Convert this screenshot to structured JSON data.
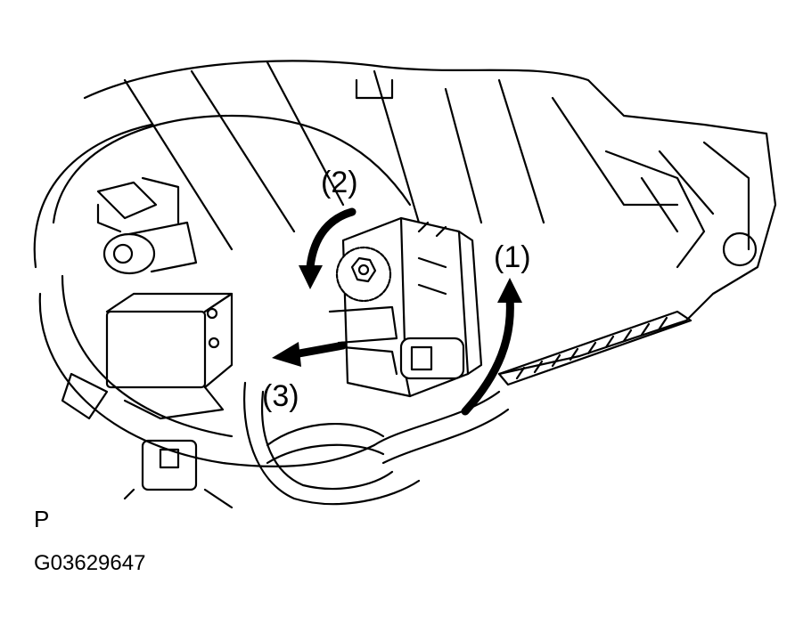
{
  "figure": {
    "step_labels": [
      "(1)",
      "(2)",
      "(3)"
    ],
    "view_marker": "P",
    "figure_code": "G03629647",
    "line_color": "#000000",
    "background": "#ffffff"
  }
}
